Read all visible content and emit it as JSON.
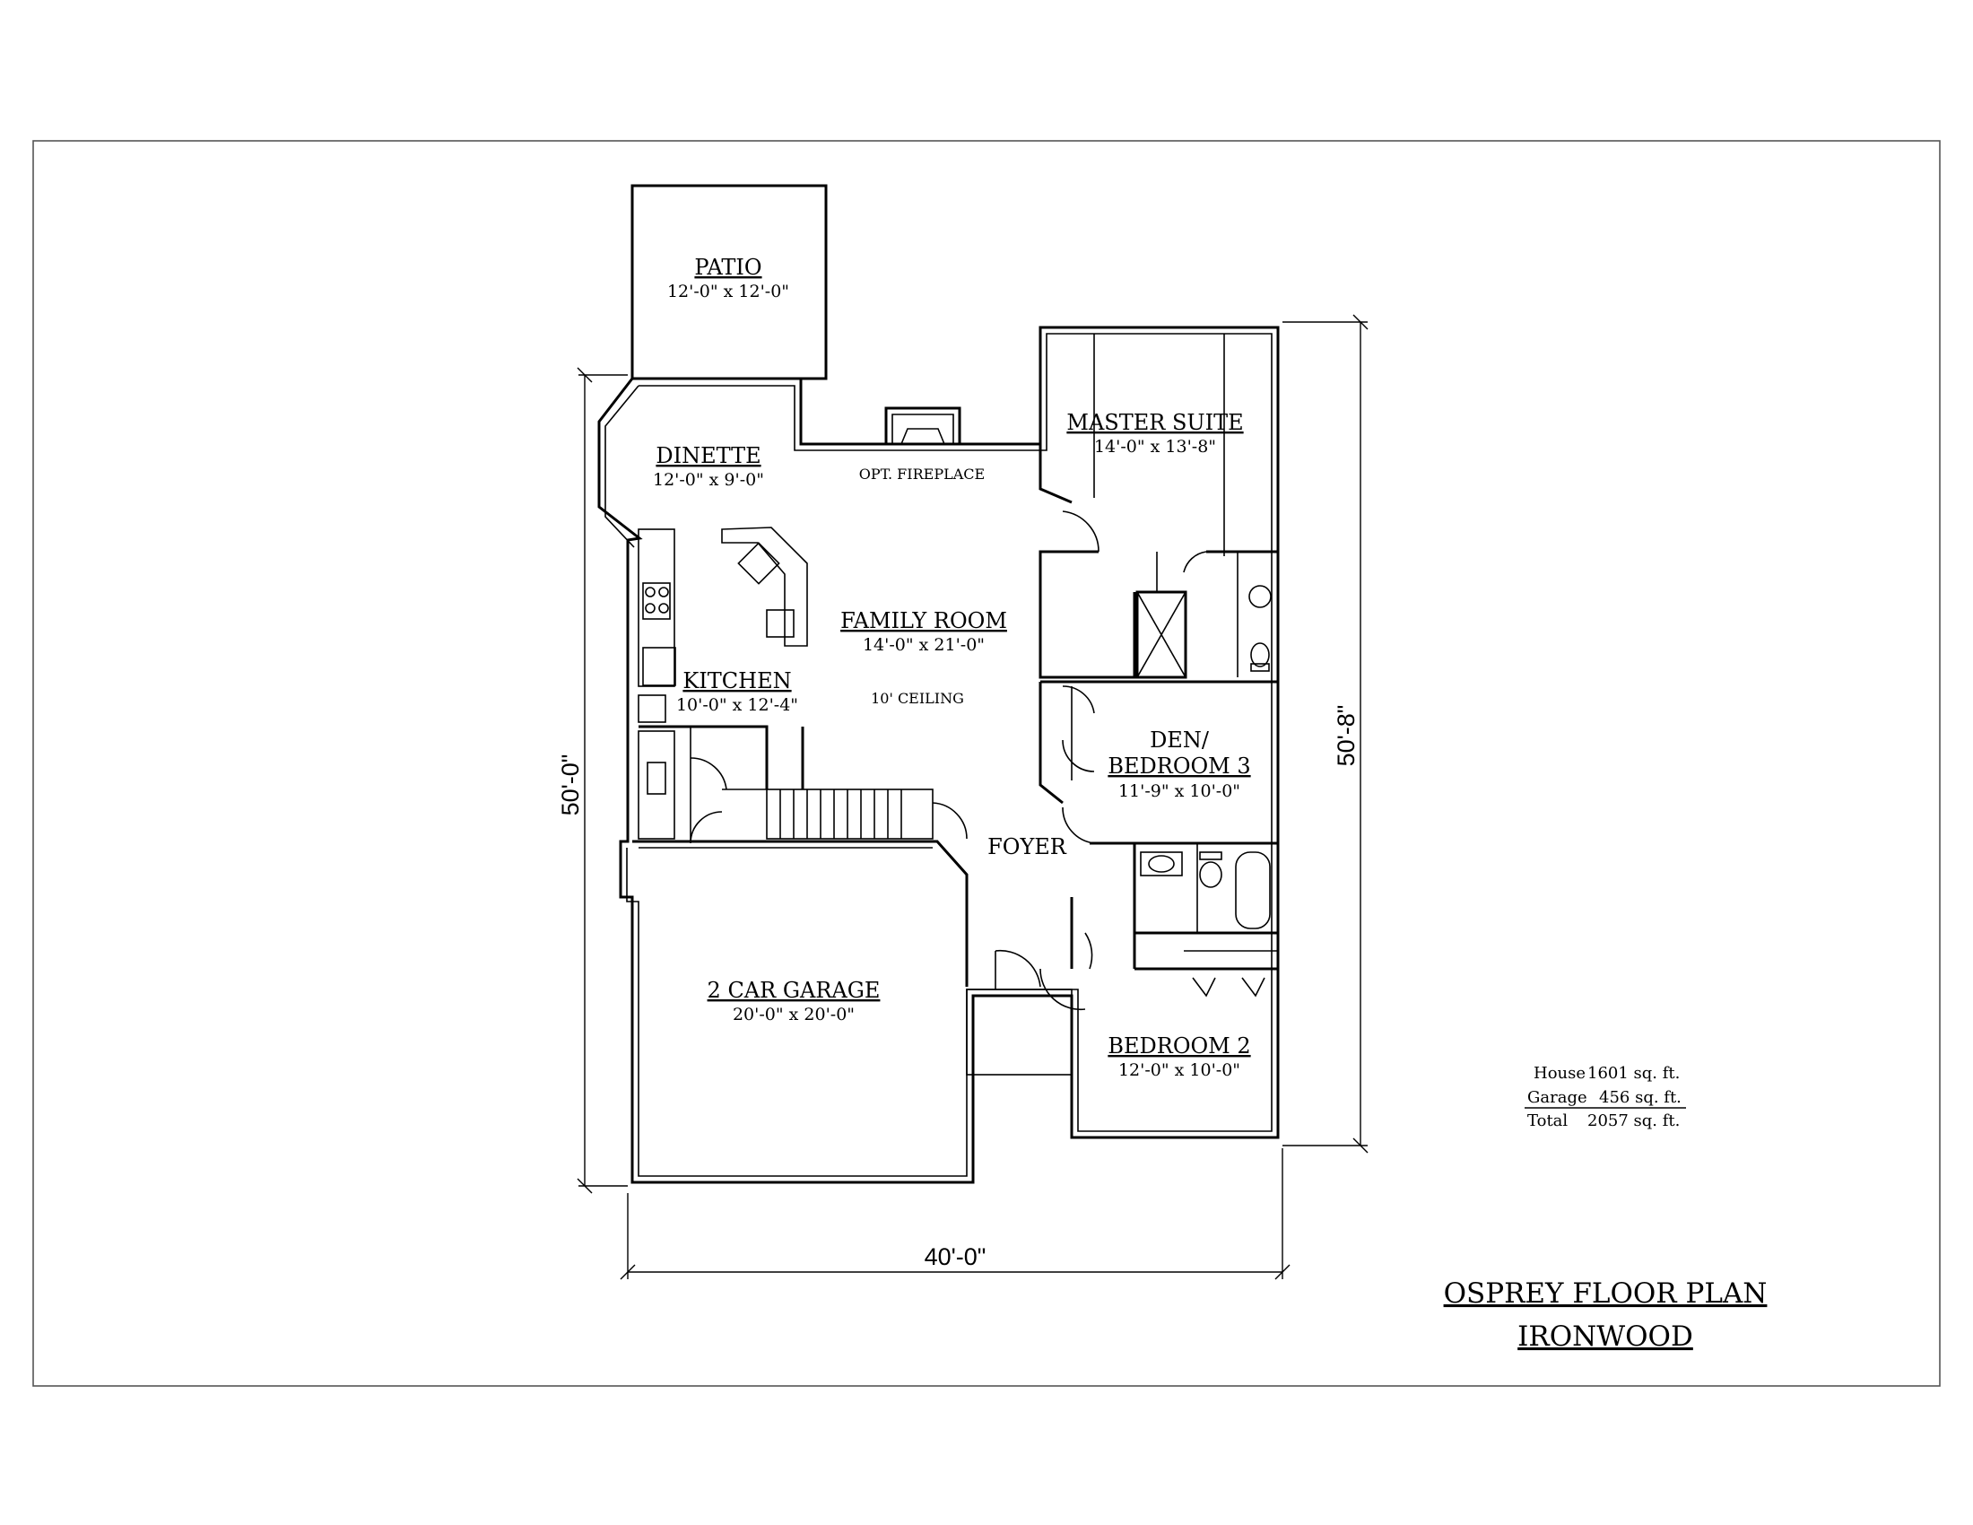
{
  "plan": {
    "title_line1": "OSPREY FLOOR PLAN",
    "title_line2": "IRONWOOD"
  },
  "rooms": {
    "patio": {
      "name": "PATIO",
      "dims": "12'-0\" x 12'-0\""
    },
    "dinette": {
      "name": "DINETTE",
      "dims": "12'-0\" x 9'-0\""
    },
    "fireplace": {
      "note": "OPT. FIREPLACE"
    },
    "master_suite": {
      "name": "MASTER SUITE",
      "dims": "14'-0\" x 13'-8\""
    },
    "family_room": {
      "name": "FAMILY ROOM",
      "dims": "14'-0\" x 21'-0\"",
      "note": "10' CEILING"
    },
    "kitchen": {
      "name": "KITCHEN",
      "dims": "10'-0\" x 12'-4\""
    },
    "den": {
      "name_line1": "DEN/",
      "name_line2": "BEDROOM 3",
      "dims": "11'-9\" x 10'-0\""
    },
    "foyer": {
      "name": "FOYER"
    },
    "garage": {
      "name": "2 CAR GARAGE",
      "dims": "20'-0\" x 20'-0\""
    },
    "bedroom2": {
      "name": "BEDROOM 2",
      "dims": "12'-0\" x 10'-0\""
    }
  },
  "dimensions": {
    "overall_width": "40'-0\"",
    "overall_depth_left": "50'-0\"",
    "overall_depth_right": "50'-8\""
  },
  "area_table": {
    "house_label": "House",
    "house_value": "1601 sq. ft.",
    "garage_label": "Garage",
    "garage_value": "456 sq. ft.",
    "total_label": "Total",
    "total_value": "2057 sq. ft."
  }
}
